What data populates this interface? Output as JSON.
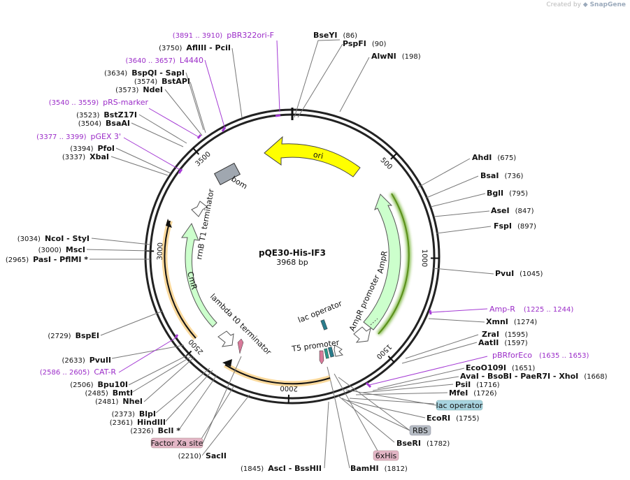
{
  "watermark": {
    "prefix": "Created by",
    "brand": "SnapGene"
  },
  "plasmid": {
    "name": "pQE30-His-IF3",
    "length": "3968 bp",
    "total": 3968
  },
  "ticks": [
    {
      "pos": 500,
      "label": "500"
    },
    {
      "pos": 1000,
      "label": "1000"
    },
    {
      "pos": 1500,
      "label": "1500"
    },
    {
      "pos": 2000,
      "label": "2000"
    },
    {
      "pos": 2500,
      "label": "2500"
    },
    {
      "pos": 3000,
      "label": "3000"
    },
    {
      "pos": 3500,
      "label": "3500"
    }
  ],
  "features": [
    {
      "name": "ori",
      "color": "#ffff00"
    },
    {
      "name": "AmpR",
      "color": "#ccffcc"
    },
    {
      "name": "AmpR promoter",
      "color": "#ffffff"
    },
    {
      "name": "lac operator",
      "color": "#2a7c8c"
    },
    {
      "name": "T5 promoter",
      "color": "#ffffff"
    },
    {
      "name": "lambda t0 terminator",
      "color": "#ffffff"
    },
    {
      "name": "CmR",
      "color": "#ccffcc"
    },
    {
      "name": "rrnB T1 terminator",
      "color": "#ffffff"
    },
    {
      "name": "bom",
      "color": "#a0a7b0"
    }
  ],
  "sites_right": [
    {
      "name": "BseYI",
      "pos": "(86)"
    },
    {
      "name": "PspFI",
      "pos": "(90)"
    },
    {
      "name": "AlwNI",
      "pos": "(198)"
    },
    {
      "name": "AhdI",
      "pos": "(675)"
    },
    {
      "name": "BsaI",
      "pos": "(736)"
    },
    {
      "name": "BglI",
      "pos": "(795)"
    },
    {
      "name": "AseI",
      "pos": "(847)"
    },
    {
      "name": "FspI",
      "pos": "(897)"
    },
    {
      "name": "PvuI",
      "pos": "(1045)"
    },
    {
      "name": "XmnI",
      "pos": "(1274)"
    },
    {
      "name": "ZraI",
      "pos": "(1595)"
    },
    {
      "name": "AatII",
      "pos": "(1597)"
    },
    {
      "name": "EcoO109I",
      "pos": "(1651)"
    },
    {
      "name": "AvaI - BsoBI - PaeR7I - XhoI",
      "pos": "(1668)"
    },
    {
      "name": "PsiI",
      "pos": "(1716)"
    },
    {
      "name": "MfeI",
      "pos": "(1726)"
    },
    {
      "name": "EcoRI",
      "pos": "(1755)"
    },
    {
      "name": "BseRI",
      "pos": "(1782)"
    },
    {
      "name": "BamHI",
      "pos": "(1812)"
    }
  ],
  "sites_left": [
    {
      "name": "AflIII - PciI",
      "pos": "(3750)"
    },
    {
      "name": "BspQI - SapI",
      "pos": "(3634)"
    },
    {
      "name": "BstAPI",
      "pos": "(3574)"
    },
    {
      "name": "NdeI",
      "pos": "(3573)"
    },
    {
      "name": "BstZ17I",
      "pos": "(3523)"
    },
    {
      "name": "BsaAI",
      "pos": "(3504)"
    },
    {
      "name": "PfoI",
      "pos": "(3394)"
    },
    {
      "name": "XbaI",
      "pos": "(3337)"
    },
    {
      "name": "NcoI - StyI",
      "pos": "(3034)"
    },
    {
      "name": "MscI",
      "pos": "(3000)"
    },
    {
      "name": "PasI - PflMI *",
      "pos": "(2965)"
    },
    {
      "name": "BspEI",
      "pos": "(2729)"
    },
    {
      "name": "PvuII",
      "pos": "(2633)"
    },
    {
      "name": "Bpu10I",
      "pos": "(2506)"
    },
    {
      "name": "BmtI",
      "pos": "(2485)"
    },
    {
      "name": "NheI",
      "pos": "(2481)"
    },
    {
      "name": "BlpI",
      "pos": "(2373)"
    },
    {
      "name": "HindIII",
      "pos": "(2361)"
    },
    {
      "name": "BclI *",
      "pos": "(2326)"
    },
    {
      "name": "SacII",
      "pos": "(2210)"
    },
    {
      "name": "AscI - BssHII",
      "pos": "(1845)"
    }
  ],
  "primers": [
    {
      "name": "pBR322ori-F",
      "range": "(3891 .. 3910)"
    },
    {
      "name": "L4440",
      "range": "(3640 .. 3657)"
    },
    {
      "name": "pRS-marker",
      "range": "(3540 .. 3559)"
    },
    {
      "name": "pGEX 3'",
      "range": "(3377 .. 3399)"
    },
    {
      "name": "Amp-R",
      "range": "(1225 .. 1244)"
    },
    {
      "name": "pBRforEco",
      "range": "(1635 .. 1653)"
    },
    {
      "name": "CAT-R",
      "range": "(2586 .. 2605)"
    }
  ],
  "boxed_features": [
    {
      "name": "lac operator",
      "color": "#a8d4e0"
    },
    {
      "name": "RBS",
      "color": "#b6bcc4"
    },
    {
      "name": "6xHis",
      "color": "#e3b6c6"
    },
    {
      "name": "Factor Xa site",
      "color": "#e3b6c6"
    }
  ]
}
